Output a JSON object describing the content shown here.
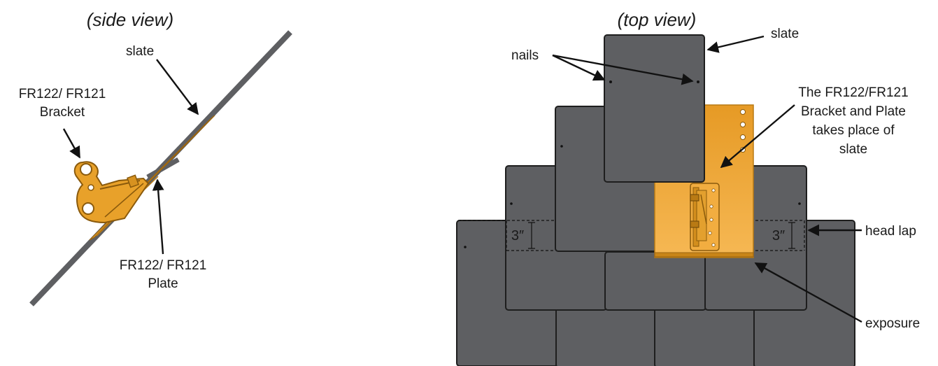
{
  "colors": {
    "slate": "#5e5f62",
    "slate_dark": "#4f5053",
    "bracket": "#e8a12a",
    "bracket_dark": "#b97a14",
    "plate": "#eda335",
    "plate_light": "#f6b650"
  },
  "side_view": {
    "title": "(side view)",
    "labels": {
      "slate": "slate",
      "bracket_line1": "FR122/ FR121",
      "bracket_line2": "Bracket",
      "plate_line1": "FR122/ FR121",
      "plate_line2": "Plate"
    }
  },
  "top_view": {
    "title": "(top view)",
    "labels": {
      "slate": "slate",
      "nails": "nails",
      "takes_line1": "The FR122/FR121",
      "takes_line2": "Bracket and Plate",
      "takes_line3": "takes place of",
      "takes_line4": "slate",
      "head_lap": "head lap",
      "exposure": "exposure",
      "dim_left": "3″",
      "dim_right": "3″"
    }
  }
}
